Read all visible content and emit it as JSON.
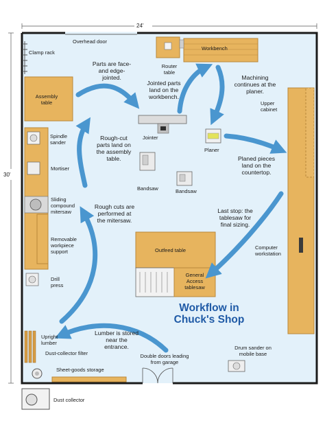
{
  "colors": {
    "floor": "#e3f1fa",
    "wall": "#1b1b1b",
    "wood": "#e7b45e",
    "wood_edge": "#b8873a",
    "arrow": "#4a96cf",
    "title": "#1f5aa6"
  },
  "dimensions": {
    "width": "24'",
    "depth": "30'"
  },
  "title_line1": "Workflow in",
  "title_line2": "Chuck's Shop",
  "labels": {
    "overhead_door": "Overhead door",
    "clamp_rack": "Clamp rack",
    "router_table": "Router table",
    "workbench": "Workbench",
    "assembly_table": "Assembly table",
    "jointer": "Jointer",
    "planer": "Planer",
    "upper_cabinet": "Upper cabinet",
    "spindle_sander": "Spindle sander",
    "mortiser": "Mortiser",
    "bandsaw_1": "Bandsaw",
    "bandsaw_2": "Bandsaw",
    "miter_saw": "Sliding compound mitersaw",
    "removable_support": "Removable workpiece support",
    "drill_press": "Drill press",
    "outfeed_table": "Outfeed table",
    "tablesaw": "General Access tablesaw",
    "computer_workstation": "Computer workstation",
    "upright_lumber": "Upright lumber",
    "dust_filter": "Dust-collector filter",
    "sheet_goods": "Sheet-goods storage",
    "dust_collector": "Dust collector",
    "double_doors": "Double doors leading from garage",
    "drum_sander": "Drum sander on mobile base"
  },
  "callouts": {
    "lumber_stored": "Lumber is stored near the entrance.",
    "rough_cuts": "Rough cuts are performed at the mitersaw.",
    "rough_cut_parts": "Rough-cut parts land on the assembly table.",
    "face_edge": "Parts are face- and edge-jointed.",
    "jointed_parts": "Jointed parts land on the workbench.",
    "machining": "Machining continues at the planer.",
    "planed_pieces": "Planed pieces land on the countertop.",
    "last_stop": "Last stop: the tablesaw for final sizing."
  }
}
